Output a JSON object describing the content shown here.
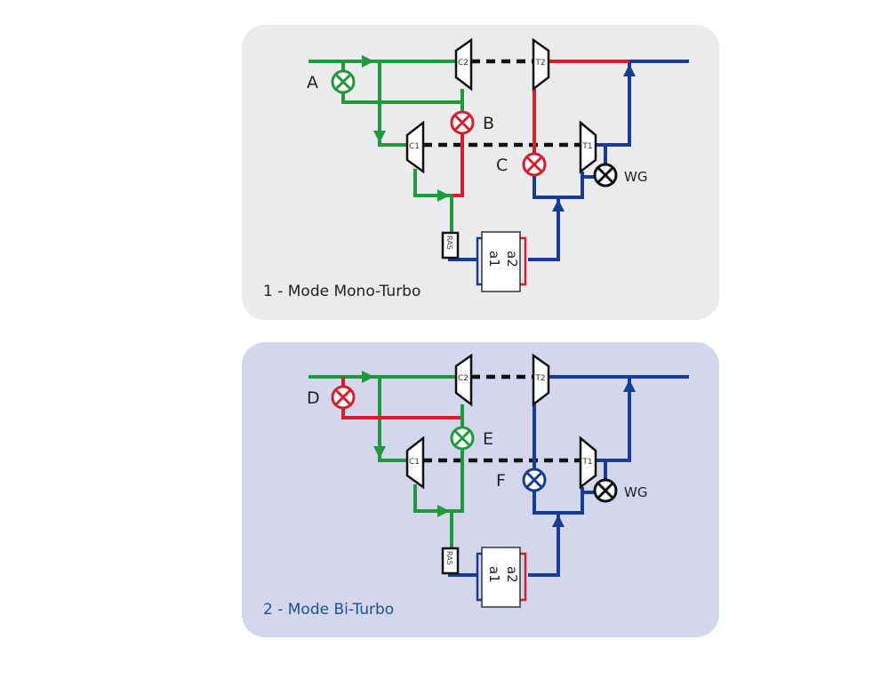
{
  "colors": {
    "green": "#1f9a3a",
    "red": "#d21f2b",
    "blue": "#163c93",
    "black": "#111111",
    "panel1": "#ebebed",
    "panel2": "#d4d6ec"
  },
  "panels": [
    {
      "title": "1 - Mode Mono-Turbo",
      "compressors": [
        "C2",
        "C1"
      ],
      "turbines": [
        "T2",
        "T1"
      ],
      "ras_label": "RAS",
      "exchanger_labels": [
        "a1",
        "a2"
      ],
      "valves": [
        {
          "label": "A",
          "color": "green"
        },
        {
          "label": "B",
          "color": "red"
        },
        {
          "label": "C",
          "color": "red"
        },
        {
          "label": "WG",
          "color": "black"
        }
      ],
      "flows": {
        "bypass": "green",
        "mid_valve_out": "red",
        "t2_exhaust": "red",
        "t2_down": "red"
      }
    },
    {
      "title": "2 - Mode Bi-Turbo",
      "compressors": [
        "C2",
        "C1"
      ],
      "turbines": [
        "T2",
        "T1"
      ],
      "ras_label": "RAS",
      "exchanger_labels": [
        "a1",
        "a2"
      ],
      "valves": [
        {
          "label": "D",
          "color": "red"
        },
        {
          "label": "E",
          "color": "green"
        },
        {
          "label": "F",
          "color": "blue"
        },
        {
          "label": "WG",
          "color": "black"
        }
      ],
      "flows": {
        "bypass": "red",
        "mid_valve_out": "green",
        "t2_exhaust": "blue",
        "t2_down": "blue"
      }
    }
  ]
}
